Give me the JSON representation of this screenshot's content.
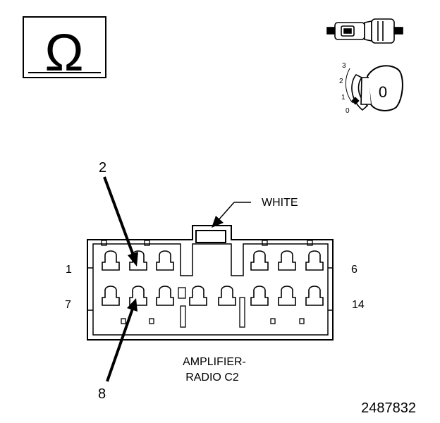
{
  "symbol": {
    "name": "ohm-symbol",
    "glyph": "Ω"
  },
  "key_positions": [
    "3",
    "2",
    "1",
    "0"
  ],
  "key_head_label": "0",
  "connector": {
    "color_label": "WHITE",
    "name_line1": "AMPLIFIER-",
    "name_line2": "RADIO C2",
    "top_row_first": "1",
    "top_row_last": "6",
    "bottom_row_first": "7",
    "bottom_row_last": "14",
    "callout_top": "2",
    "callout_bottom": "8"
  },
  "figure_number": "2487832",
  "colors": {
    "line": "#000000",
    "background": "#ffffff"
  }
}
